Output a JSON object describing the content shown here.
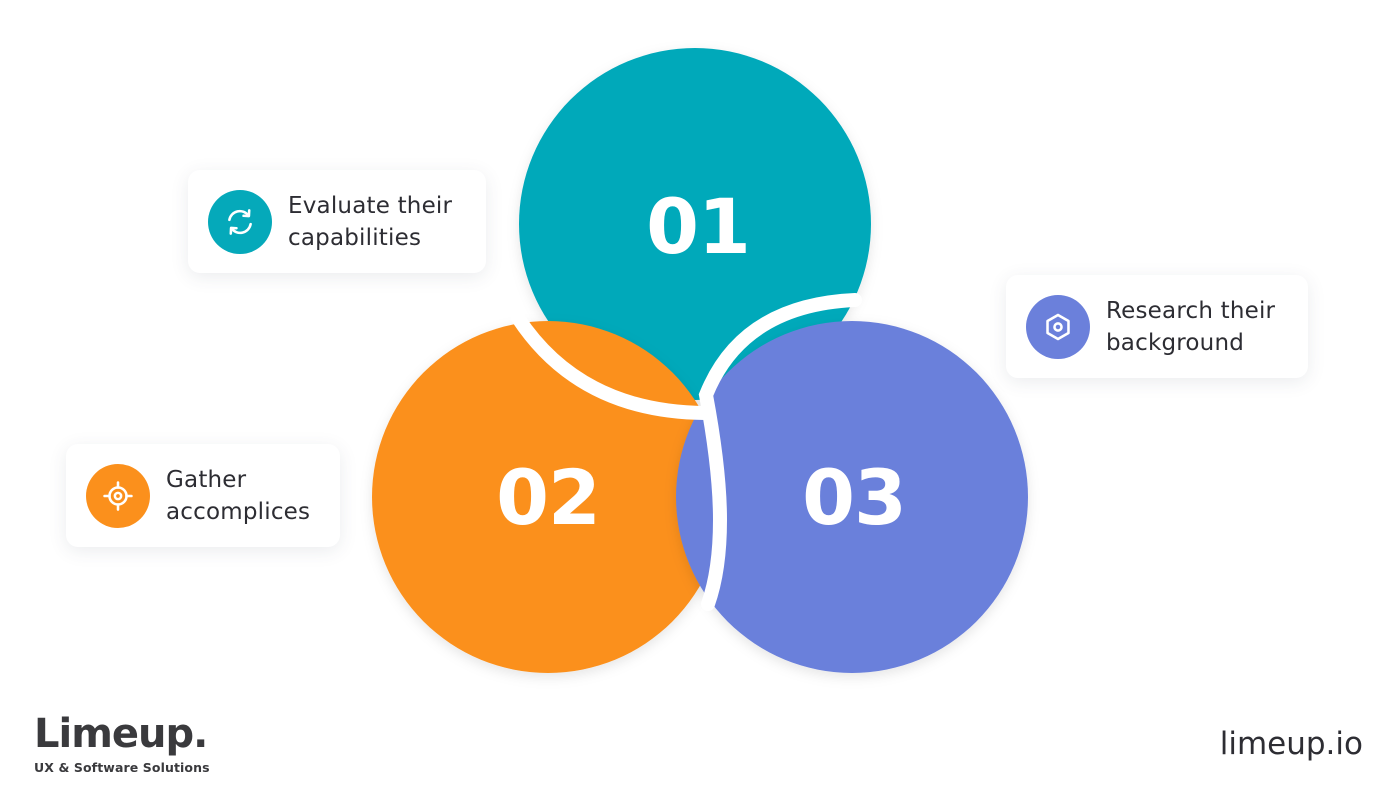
{
  "steps": [
    {
      "number": "01",
      "label_line1": "Evaluate their",
      "label_line2": "capabilities",
      "icon": "refresh-icon",
      "color": "#05A9BA"
    },
    {
      "number": "02",
      "label_line1": "Gather",
      "label_line2": "accomplices",
      "icon": "target-icon",
      "color": "#FB901C"
    },
    {
      "number": "03",
      "label_line1": "Research their",
      "label_line2": "background",
      "icon": "hexagon-icon",
      "color": "#6B80DB"
    }
  ],
  "brand": {
    "logo": "Limeup.",
    "tagline": "UX & Software Solutions",
    "website": "limeup.io"
  }
}
